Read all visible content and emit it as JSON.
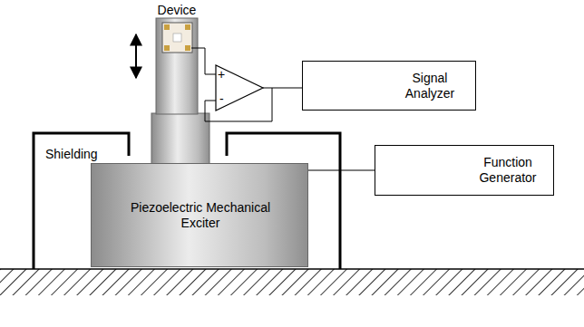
{
  "diagram": {
    "nodes": [
      {
        "text": [
          "Signal Analyzer"
        ]
      },
      {
        "text": [
          "Function Generator"
        ]
      },
      {
        "text": [
          "Piezoelectric Mechanical Exciter"
        ]
      }
    ],
    "edges": [
      {
        "from": 2,
        "to": 1,
        "arrow": "none"
      }
    ],
    "labels": [
      "Device",
      "+",
      "-",
      "Shielding"
    ]
  }
}
